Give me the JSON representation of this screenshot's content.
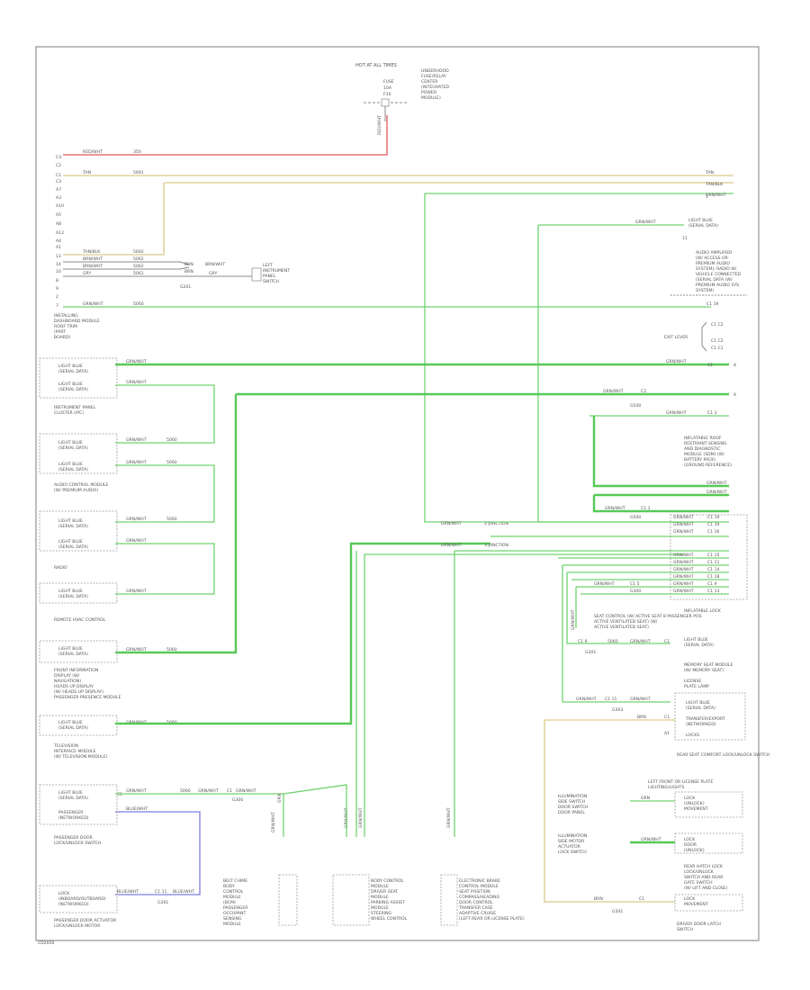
{
  "colors": {
    "green": "#6fd46f",
    "green_thick": "#57c957",
    "red": "#e05858",
    "tan": "#d9c98a",
    "gray": "#888888",
    "blue": "#7d7de0",
    "frame": "#9a9a9a"
  },
  "labels": {
    "top_center": "HOT AT ALL TIMES",
    "mdl_center_top": "INSTRUMENT PANEL CLUSTER",
    "bottom_left_corner": "CD2026"
  }
}
